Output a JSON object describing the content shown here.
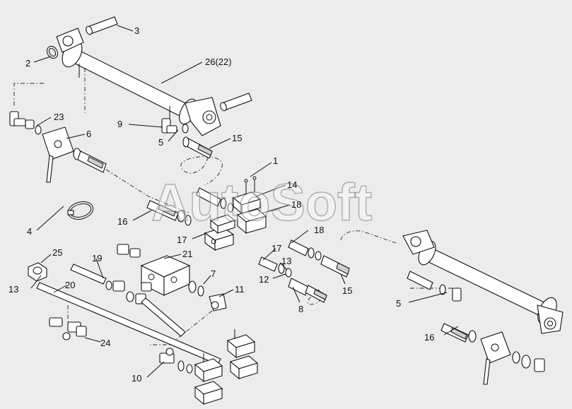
{
  "watermark": "AutoSoft",
  "callouts": {
    "c3": "3",
    "c26": "26(22)",
    "c2": "2",
    "c23": "23",
    "c6": "6",
    "c9": "9",
    "c5a": "5",
    "c15a": "15",
    "c1": "1",
    "c14": "14",
    "c18a": "18",
    "c4": "4",
    "c16a": "16",
    "c17a": "17",
    "c18b": "18",
    "c17b": "17",
    "c13a": "13",
    "c12": "12",
    "c15b": "15",
    "c8": "8",
    "c25": "25",
    "c19": "19",
    "c21": "21",
    "c13b": "13",
    "c20": "20",
    "c7": "7",
    "c11": "11",
    "c5b": "5",
    "c16b": "16",
    "c24": "24",
    "c10": "10"
  }
}
